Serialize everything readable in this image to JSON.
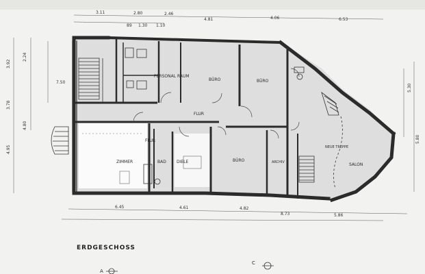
{
  "plan": {
    "title": "ERDGESCHOSS",
    "rooms": {
      "personal_raum": "PERSONAL RAUM",
      "buero_1": "BÜRO",
      "buero_2": "BÜRO",
      "buero_3": "BÜRO",
      "flur_main": "FLUR",
      "flur_inner": "FLUR",
      "zimmer": "ZIMMER",
      "bad": "BAD",
      "diele": "DIELE",
      "archiv": "ARCHIV",
      "salon": "SALON",
      "neue_treppe": "NEUE TREPPE"
    },
    "dimensions": {
      "top": [
        "3.11",
        "2.80",
        "2.46",
        "4.81",
        "4.06",
        "6.53"
      ],
      "top_inner": [
        "89",
        "1.30",
        "1.10"
      ],
      "bottom": [
        "6.45",
        "4.61",
        "4.82",
        "8.73",
        "5.86"
      ],
      "left": [
        "3.92",
        "2.24",
        "3.78",
        "4.95",
        "4.80",
        "7.50"
      ],
      "right": [
        "5.30",
        "5.80"
      ]
    },
    "marker_top": "A",
    "marker_bottom": "C"
  }
}
